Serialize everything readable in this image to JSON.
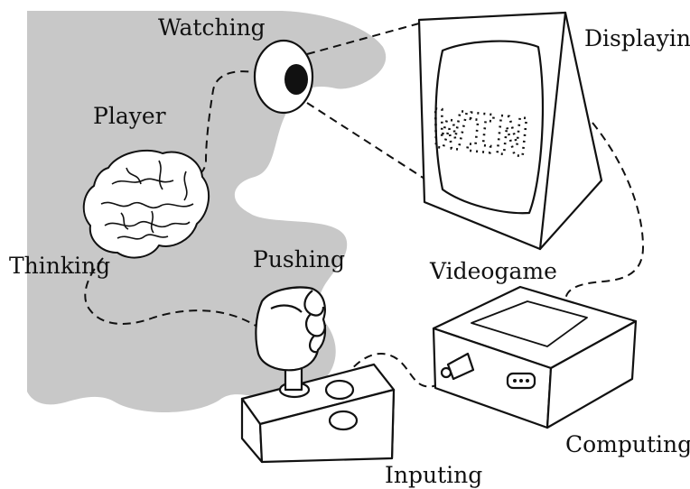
{
  "labels": {
    "watching": "Watching",
    "displaying": "Displaying",
    "player": "Player",
    "thinking": "Thinking",
    "pushing": "Pushing",
    "videogame": "Videogame",
    "computing": "Computing",
    "inputing": "Inputing"
  },
  "screen_text": "WIN",
  "colors": {
    "player_region": "#c8c8c8",
    "ink": "#111111",
    "paper": "#ffffff"
  }
}
